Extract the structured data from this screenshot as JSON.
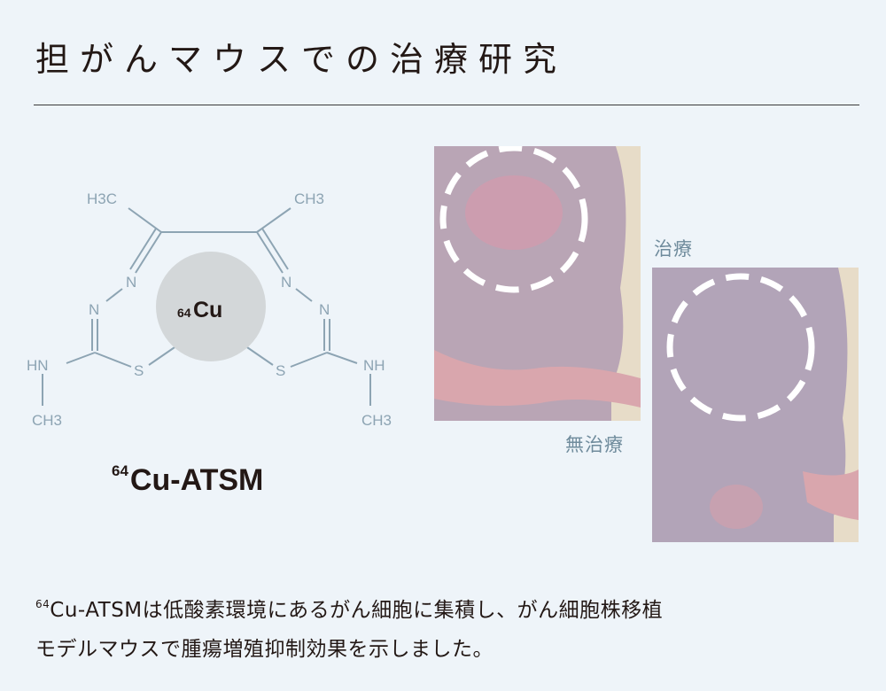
{
  "title": "担がんマウスでの治療研究",
  "molecule": {
    "metal_sup": "64",
    "metal": "Cu",
    "atoms": {
      "h3c_left": "H3C",
      "ch3_right": "CH3",
      "n_left_upper": "N",
      "n_left_lower": "N",
      "n_right_upper": "N",
      "n_right_lower": "N",
      "hn_left": "HN",
      "nh_right": "NH",
      "s_left": "S",
      "s_right": "S",
      "ch3_bottom_left": "CH3",
      "ch3_bottom_right": "CH3"
    },
    "name_sup": "64",
    "name": "Cu-ATSM"
  },
  "photos": {
    "treated_label": "治療",
    "untreated_label": "無治療"
  },
  "caption": {
    "line1_sup": "64",
    "line1": "Cu-ATSMは低酸素環境にあるがん細胞に集積し、がん細胞株移植",
    "line2": "モデルマウスで腫瘍増殖抑制効果を示しました。"
  },
  "colors": {
    "background": "#eef4f9",
    "structure": "#8da4b3",
    "metal_circle": "#d3d7d9",
    "label": "#6f8b9c",
    "text": "#231815"
  }
}
